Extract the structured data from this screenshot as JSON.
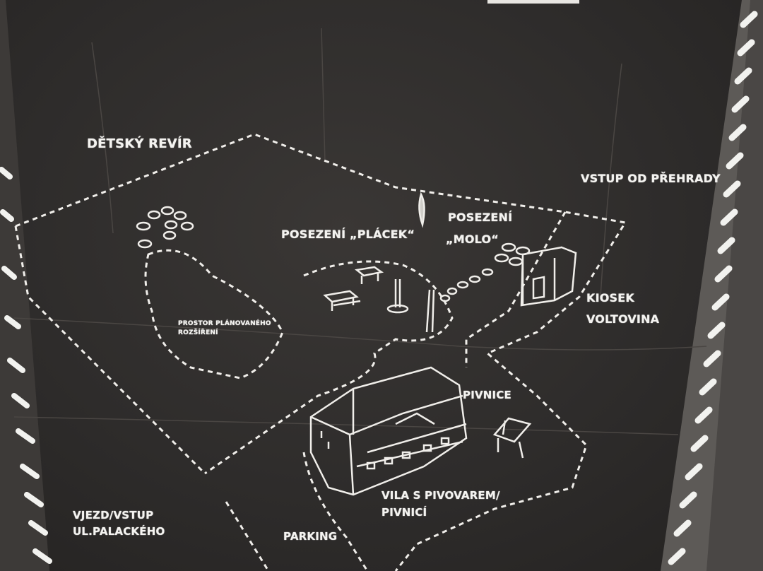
{
  "map": {
    "labels": {
      "children_area": "DĚTSKÝ REVÍR",
      "entrance_dam": "VSTUP OD PŘEHRADY",
      "seating_placek": "POSEZENÍ „PLÁCEK“",
      "seating_molo_line1": "POSEZENÍ",
      "seating_molo_line2": "„MOLO“",
      "planned_expansion_line1": "PROSTOR PLÁNOVANÉHO",
      "planned_expansion_line2": "ROZŠÍŘENÍ",
      "kiosk_line1": "KIOSEK",
      "kiosk_line2": "VOLTOVINA",
      "pub": "PIVNICE",
      "villa_line1": "VILA S PIVOVAREM/",
      "villa_line2": "PIVNICÍ",
      "entrance_street_line1": "VJEZD/VSTUP",
      "entrance_street_line2": "UL.PALACKÉHO",
      "parking": "PARKING"
    },
    "colors": {
      "board": "#2b2928",
      "chalk": "#ecebe8"
    }
  }
}
